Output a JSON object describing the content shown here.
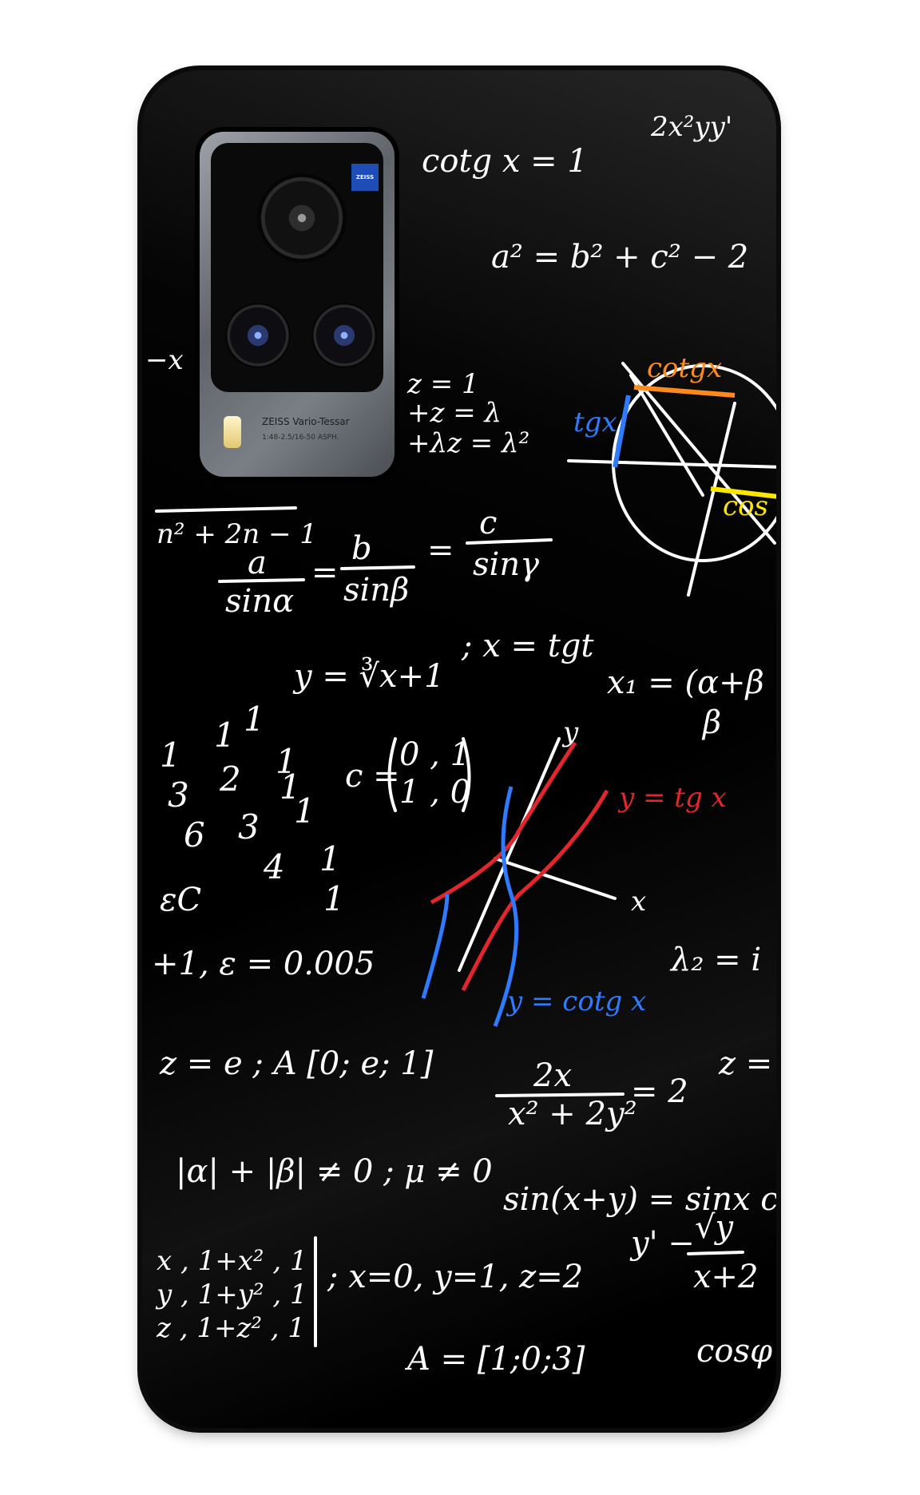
{
  "image": {
    "subject": "phone-case",
    "colors": {
      "case": "#000000",
      "chalk": "#ffffff",
      "blue": "#2f7bff",
      "red": "#e3262e",
      "orange": "#ff8a1c",
      "yellow": "#ffe600"
    }
  },
  "camera": {
    "brand_badge": "ZEISS",
    "lens_text": "ZEISS Vario-Tessar",
    "lens_spec": "1:48-2.5/16-50 ASPH."
  },
  "formulas": {
    "cotg": "cotg x = 1",
    "top_right": "2x²yy'",
    "pythag": "a² = b² + c² − 2",
    "sine_a": "a",
    "sine_a_den": "sinα",
    "sine_b": "b",
    "sine_b_den": "sinβ",
    "sine_c": "c",
    "sine_c_den": "sinγ",
    "cuberoot": "y = ∛x+1",
    "param": "; x = tgt",
    "x1": "x₁ = (α+β",
    "beta": "β",
    "matrix_c": "c =",
    "matrix_r1": "0 , 1",
    "matrix_r2": "1 , 0",
    "tgx_label": "y = tg x",
    "cotgx_label": "y = cotg x",
    "y_axis": "y",
    "x_axis": "x",
    "epsilon": "+1, ε = 0.005",
    "ec": "εC",
    "lambda": "λ₂ = i",
    "z_e": "z = e ; A [0; e; 1]",
    "frac_num": "2x",
    "frac_den": "x² + 2y²",
    "frac_eq": "= 2",
    "z_right": "z =",
    "alpha_beta": "|α| + |β| ≠ 0 ; μ ≠ 0",
    "sin_sum": "sin(x+y) = sinx cos",
    "sys_r1": "x , 1+x² , 1",
    "sys_r2": "y , 1+y² , 1",
    "sys_r3": "z , 1+z² , 1",
    "sys_vals": "; x=0, y=1, z=2",
    "y_prime": "y' −",
    "y_root": "√y",
    "y_den": "x+2",
    "vector_a": "A = [1;0;3]",
    "cos_phi": "cosφ",
    "circle_cotgx": "cotgx",
    "circle_tgx": "tgx",
    "circle_cos": "cos",
    "eq1": "z = 1",
    "eq2": "+z = λ",
    "eq3": "+λz = λ²",
    "left_frac": "n² + 2n − 1",
    "left_x": "−x",
    "digits": [
      "1",
      "1",
      "1",
      "1",
      "2",
      "1",
      "3",
      "6",
      "3",
      "1",
      "4",
      "1",
      "1"
    ]
  }
}
